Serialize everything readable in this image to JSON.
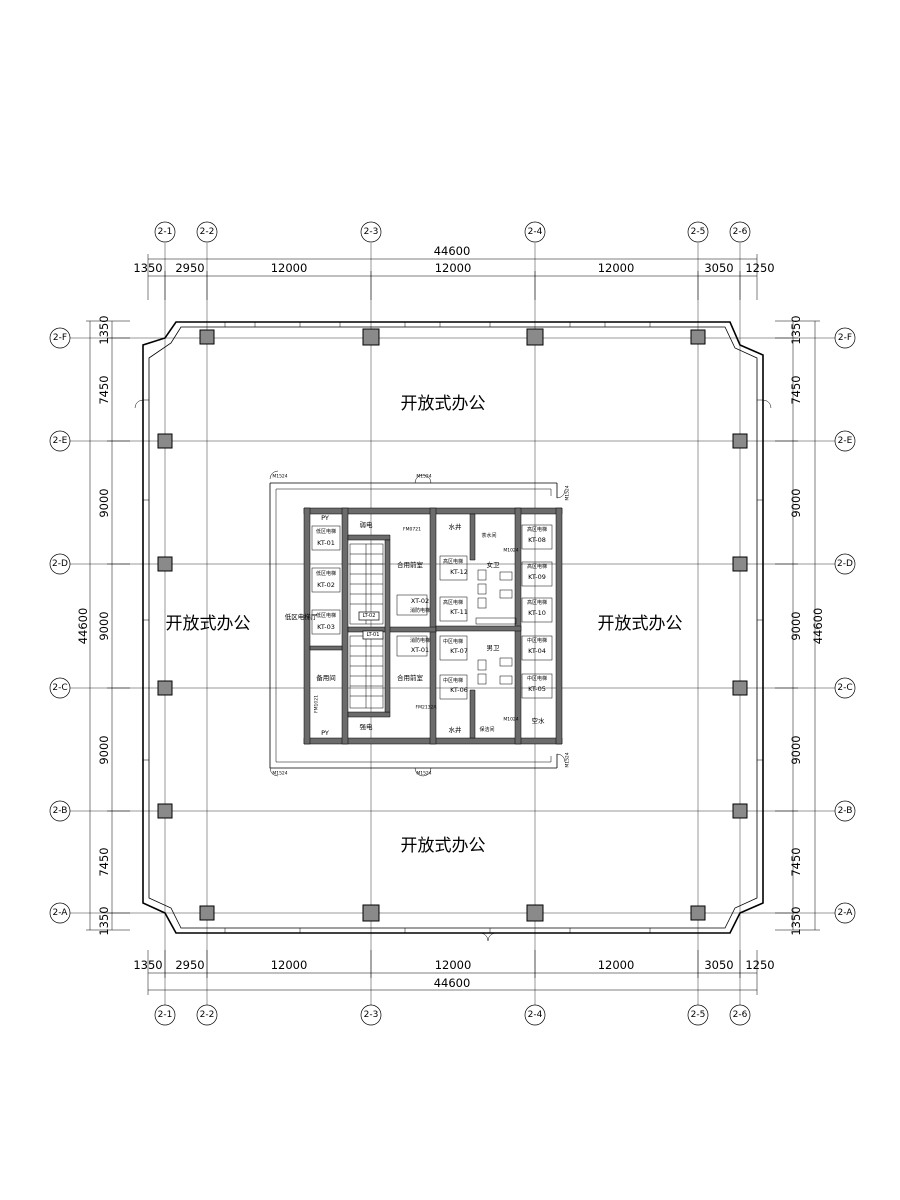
{
  "axes": {
    "columns": [
      "2-1",
      "2-2",
      "2-3",
      "2-4",
      "2-5",
      "2-6"
    ],
    "rows": [
      "2-F",
      "2-E",
      "2-D",
      "2-C",
      "2-B",
      "2-A"
    ]
  },
  "dimensions": {
    "horizontal_total": "44600",
    "horizontal_segments": [
      "1350",
      "2950",
      "12000",
      "12000",
      "12000",
      "3050",
      "1250"
    ],
    "vertical_total": "44600",
    "vertical_segments": [
      "1350",
      "7450",
      "9000",
      "9000",
      "9000",
      "7450",
      "1350"
    ]
  },
  "rooms": {
    "office_north": "开放式办公",
    "office_west": "开放式办公",
    "office_east": "开放式办公",
    "office_south": "开放式办公"
  },
  "core": {
    "pf_top": "PY",
    "pf_bottom": "PY",
    "low_elev_label": "低区电梯",
    "low_elev_hall": "低区电梯厅",
    "kt01": "KT-01",
    "kt02": "KT-02",
    "kt03": "KT-03",
    "strong_elec": "弱电",
    "strong_elec_2": "强电",
    "shared_front": "合用前室",
    "shared_front_2": "合用前室",
    "spare_room": "备用间",
    "lt01": "LT-01",
    "lt02": "LT-02",
    "xt01": "XT-01",
    "xt02": "XT-02",
    "fire_elev": "消防电梯",
    "water_well": "水井",
    "water_well_2": "水井",
    "tea_room": "茶水间",
    "cleaning": "保洁间",
    "women": "女卫",
    "men": "男卫",
    "high_elev": "高区电梯",
    "mid_elev": "中区电梯",
    "kt04": "KT-04",
    "kt05": "KT-05",
    "kt06": "KT-06",
    "kt07": "KT-07",
    "kt08": "KT-08",
    "kt09": "KT-09",
    "kt10": "KT-10",
    "kt11": "KT-11",
    "kt12": "KT-12",
    "air_water": "空水",
    "door_m1524": "M1524",
    "door_fm": "FM2132A",
    "door_m1024": "M1024",
    "door_fm1": "FM0721",
    "door_fm2": "FM1021"
  }
}
